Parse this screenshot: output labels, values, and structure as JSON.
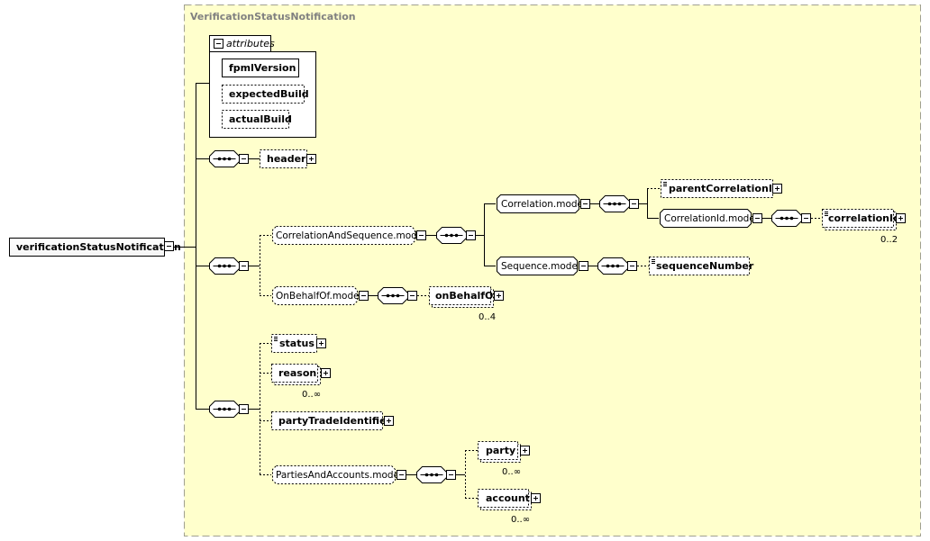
{
  "diagram": {
    "type_title": "VerificationStatusNotification",
    "root": "verificationStatusNotification",
    "attributes": {
      "label": "attributes",
      "items": [
        "fpmlVersion",
        "expectedBuild",
        "actualBuild"
      ]
    },
    "elements": {
      "header": "header",
      "correlation_and_sequence_model": "CorrelationAndSequence.model",
      "correlation_model": "Correlation.model",
      "parent_correlation_id": "parentCorrelationId",
      "correlation_id_model": "CorrelationId.model",
      "correlation_id": "correlationId",
      "correlation_id_card": "0..2",
      "sequence_model": "Sequence.model",
      "sequence_number": "sequenceNumber",
      "on_behalf_of_model": "OnBehalfOf.model",
      "on_behalf_of": "onBehalfOf",
      "on_behalf_of_card": "0..4",
      "status": "status",
      "reason": "reason",
      "reason_card": "0..∞",
      "party_trade_identifier": "partyTradeIdentifier",
      "parties_and_accounts_model": "PartiesAndAccounts.model",
      "party": "party",
      "party_card": "0..∞",
      "account": "account",
      "account_card": "0..∞"
    },
    "colors": {
      "type_background": "#ffffcc",
      "type_border": "#a0a090",
      "type_title": "#808080",
      "line": "#000000"
    }
  }
}
